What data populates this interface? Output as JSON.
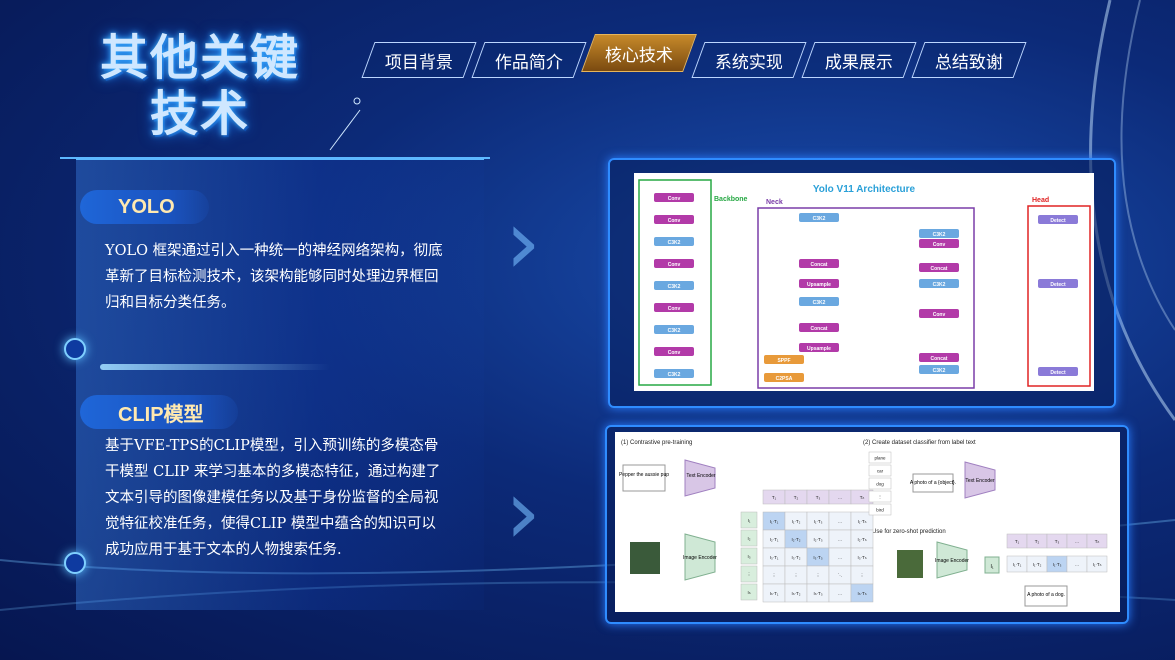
{
  "title": {
    "line1": "其他关键",
    "line2": "技术"
  },
  "nav": {
    "tabs": [
      {
        "label": "项目背景"
      },
      {
        "label": "作品简介"
      },
      {
        "label": "核心技术",
        "active": true
      },
      {
        "label": "系统实现"
      },
      {
        "label": "成果展示"
      },
      {
        "label": "总结致谢"
      }
    ]
  },
  "yolo": {
    "heading": "YOLO",
    "body": "YOLO 框架通过引入一种统一的神经网络架构，彻底革新了目标检测技术，该架构能够同时处理边界框回归和目标分类任务。"
  },
  "clip": {
    "heading": "CLIP模型",
    "body": "基于VFE-TPS的CLIP模型，引入预训练的多模态骨干模型 CLIP 来学习基本的多模态特征，通过构建了文本引导的图像建模任务以及基于身份监督的全局视觉特征校准任务，使得CLIP 模型中蕴含的知识可以成功应用于基于文本的人物搜索任务."
  },
  "yolo_figure": {
    "title": "Yolo V11 Architecture",
    "backbone_label": "Backbone",
    "neck_label": "Neck",
    "head_label": "Head",
    "backbone_blocks": [
      "Conv",
      "Conv",
      "C3K2",
      "Conv",
      "C3K2",
      "Conv",
      "C3K2",
      "Conv",
      "C3K2"
    ],
    "neck_blocks": [
      "C3K2",
      "Concat",
      "Upsample",
      "C3K2",
      "Concat",
      "Upsample",
      "SPPF",
      "C2PSA"
    ],
    "neck_right_blocks": [
      "C3K2",
      "Conv",
      "Concat",
      "C3K2",
      "Conv",
      "Concat",
      "C3K2"
    ],
    "head_blocks": [
      "Detect",
      "Detect",
      "Detect"
    ],
    "colors": {
      "backbone": "#27a844",
      "neck": "#7a3da8",
      "head": "#e02424",
      "title": "#2aa0d8"
    }
  },
  "clip_figure": {
    "panel1_title": "(1) Contrastive pre-training",
    "panel2_title": "(2) Create dataset classifier from label text",
    "panel3_title": "(3) Use for zero-shot prediction",
    "text_input": "Pepper the aussie pup",
    "text_encoder": "Text Encoder",
    "image_encoder": "Image Encoder",
    "text_tokens": [
      "T₁",
      "T₂",
      "T₃",
      "...",
      "Tₙ"
    ],
    "image_tokens": [
      "I₁",
      "I₂",
      "I₃",
      "⋮",
      "Iₙ"
    ],
    "matrix_rows": [
      [
        "I₁·T₁",
        "I₁·T₂",
        "I₁·T₃",
        "...",
        "I₁·Tₙ"
      ],
      [
        "I₂·T₁",
        "I₂·T₂",
        "I₂·T₃",
        "...",
        "I₂·Tₙ"
      ],
      [
        "I₃·T₁",
        "I₃·T₂",
        "I₃·T₃",
        "...",
        "I₃·Tₙ"
      ],
      [
        "⋮",
        "⋮",
        "⋮",
        "⋱",
        "⋮"
      ],
      [
        "Iₙ·T₁",
        "Iₙ·T₂",
        "Iₙ·T₃",
        "...",
        "Iₙ·Tₙ"
      ]
    ],
    "labels": [
      "plane",
      "car",
      "dog",
      "⋮",
      "bird"
    ],
    "prompt_template": "A photo of a {object}.",
    "zero_shot_row": [
      "I₁·T₁",
      "I₁·T₂",
      "I₁·T₃",
      "...",
      "I₁·Tₙ"
    ],
    "prediction": "A photo of a dog.",
    "i1_label": "I₁"
  }
}
